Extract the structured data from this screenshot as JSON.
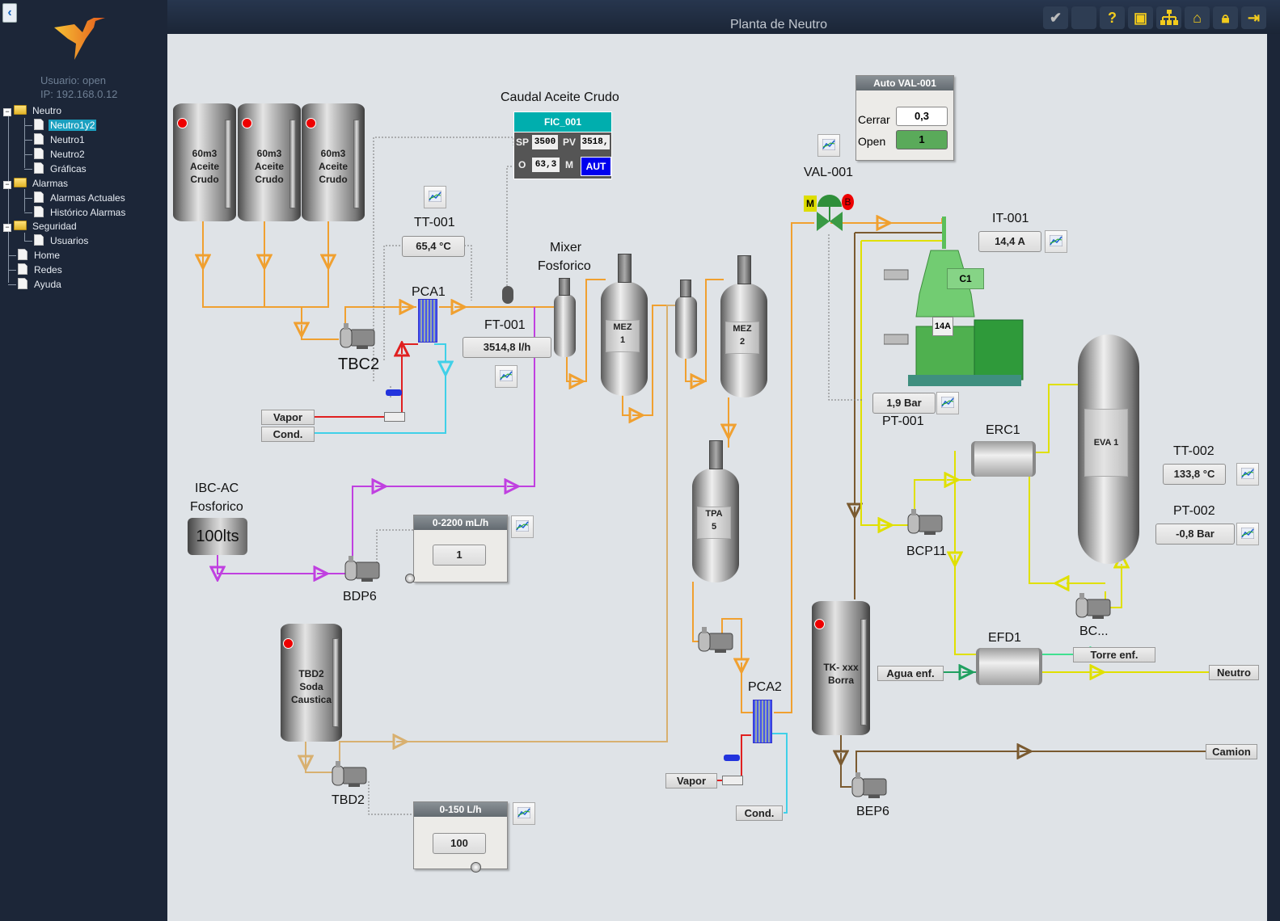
{
  "window": {
    "title": "Planta de Neutro"
  },
  "sidebar": {
    "user": "Usuario: open",
    "ip": "IP: 192.168.0.12",
    "tree": [
      {
        "label": "Neutro",
        "type": "folder",
        "children": [
          "Neutro1y2",
          "Neutro1",
          "Neutro2",
          "Gráficas"
        ]
      },
      {
        "label": "Alarmas",
        "type": "folder",
        "children": [
          "Alarmas Actuales",
          "Histórico Alarmas"
        ]
      },
      {
        "label": "Seguridad",
        "type": "folder",
        "children": [
          "Usuarios"
        ]
      },
      {
        "label": "Home",
        "type": "page"
      },
      {
        "label": "Redes",
        "type": "page"
      },
      {
        "label": "Ayuda",
        "type": "page"
      }
    ],
    "selected": "Neutro1y2"
  },
  "toolbar": {
    "buttons": [
      "check-icon",
      "blank",
      "help-icon",
      "clipboard-icon",
      "hierarchy-icon",
      "home-icon",
      "lock-icon",
      "exit-icon"
    ]
  },
  "tanks": {
    "t1": [
      "60m3",
      "Aceite",
      "Crudo"
    ],
    "t2": [
      "60m3",
      "Aceite",
      "Crudo"
    ],
    "t3": [
      "60m3",
      "Aceite",
      "Crudo"
    ],
    "tbd2": [
      "TBD2",
      "Soda",
      "Caustica"
    ],
    "borra": [
      "TK- xxx",
      "Borra"
    ],
    "ibc": "100lts"
  },
  "labels": {
    "caudal": "Caudal Aceite Crudo",
    "tt001": "TT-001",
    "pca1": "PCA1",
    "ft001": "FT-001",
    "tbc2": "TBC2",
    "mixer1": "Mixer",
    "mixer2": "Fosforico",
    "ibc1": "IBC-AC",
    "ibc2": "Fosforico",
    "bdp6": "BDP6",
    "tbd2": "TBD2",
    "val001": "VAL-001",
    "it001": "IT-001",
    "pt001": "PT-001",
    "erc1": "ERC1",
    "bcp11": "BCP11",
    "tt002": "TT-002",
    "pt002": "PT-002",
    "bc": "BC...",
    "efd1": "EFD1",
    "pca2": "PCA2",
    "bep6": "BEP6"
  },
  "vessels": {
    "mez1": [
      "MEZ",
      "1"
    ],
    "mez2": [
      "MEZ",
      "2"
    ],
    "tpa5": [
      "TPA",
      "5"
    ],
    "eva1": "EVA 1",
    "c1": "C1",
    "c1_current": "14A"
  },
  "fic001": {
    "tag": "FIC_001",
    "sp_label": "SP",
    "sp": "3500",
    "pv_label": "PV",
    "pv": "3518,",
    "o_label": "O",
    "o": "63,3",
    "m_label": "M",
    "mode": "AUT"
  },
  "values": {
    "tt001": "65,4 °C",
    "ft001": "3514,8 l/h",
    "it001": "14,4 A",
    "pt001": "1,9 Bar",
    "tt002": "133,8 °C",
    "pt002": "-0,8 Bar"
  },
  "val001_panel": {
    "title": "Auto VAL-001",
    "cerrar_label": "Cerrar",
    "cerrar": "0,3",
    "open_label": "Open",
    "open": "1",
    "m_badge": "M",
    "b_badge": "B"
  },
  "dosing": {
    "bdp6": {
      "title": "0-2200 mL/h",
      "value": "1"
    },
    "tbd2": {
      "title": "0-150 L/h",
      "value": "100"
    }
  },
  "ports": {
    "vapor1": "Vapor",
    "cond1": "Cond.",
    "vapor2": "Vapor",
    "cond2": "Cond.",
    "agua": "Agua enf.",
    "torre": "Torre enf.",
    "neutro": "Neutro",
    "camion": "Camion"
  },
  "colors": {
    "oil": "#f0a030",
    "steam": "#e02020",
    "cond": "#40d0e8",
    "acid": "#c040e0",
    "soda": "#d8b070",
    "yellow": "#e0e000",
    "sludge": "#7a5a30",
    "water": "#20a060",
    "tower": "#40e090"
  }
}
